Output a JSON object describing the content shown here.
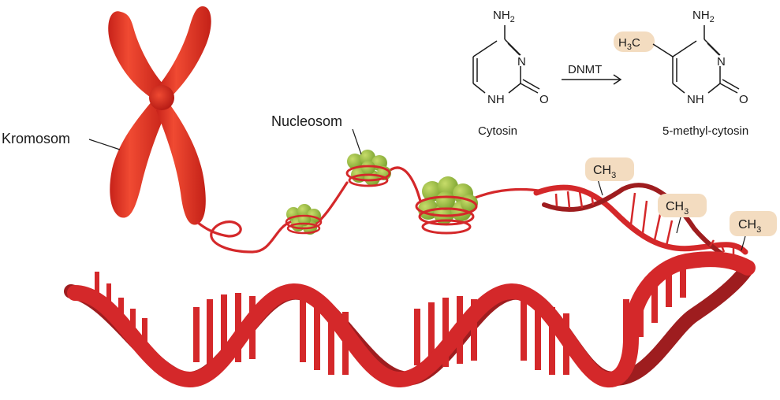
{
  "labels": {
    "chromosome": "Kromosom",
    "nucleosome": "Nucleosom",
    "cytosine_caption": "Cytosin",
    "methylcytosine_caption": "5-methyl-cytosin",
    "enzyme": "DNMT"
  },
  "chemistry": {
    "amine_prefix": "NH",
    "amine_subscript": "2",
    "ring_nitrogen": "N",
    "ring_nh": "NH",
    "carbonyl_oxygen": "O",
    "methyl_h": "H",
    "methyl_sub": "3",
    "methyl_c": "C"
  },
  "methyl_tags": [
    {
      "base": "CH",
      "sub": "3"
    },
    {
      "base": "CH",
      "sub": "3"
    },
    {
      "base": "CH",
      "sub": "3"
    }
  ],
  "colors": {
    "dna_red": "#d4282a",
    "dna_dark": "#9e1d1f",
    "chromosome_red": "#e0301e",
    "nucleosome_green": "#8fb43a",
    "methyl_highlight": "#f3dcc0",
    "text": "#1a1a1a"
  }
}
